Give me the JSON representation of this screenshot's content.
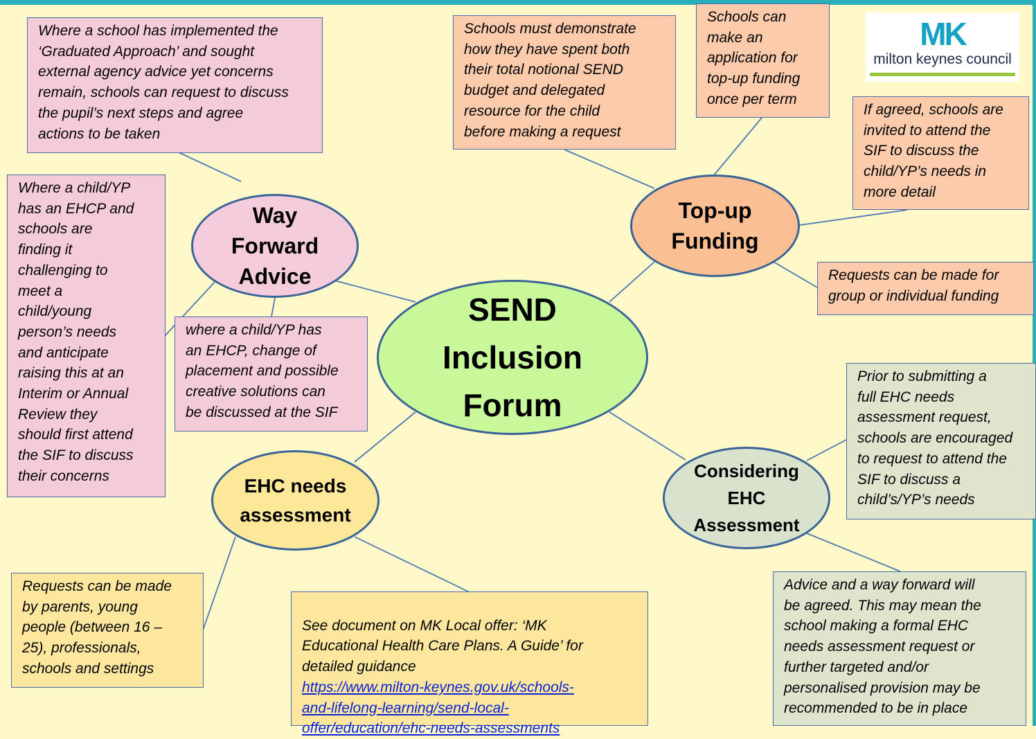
{
  "colors": {
    "background": "#fff9c9",
    "accent_bar": "#2ab0ba",
    "box_border": "#4a6aa8",
    "node_border": "#3a6498",
    "link": "#0b22d6"
  },
  "logo": {
    "mark": "MK",
    "name": "milton keynes council"
  },
  "nodes": {
    "center": "SEND\nInclusion\nForum",
    "way_forward": "Way\nForward\nAdvice",
    "top_up": "Top-up\nFunding",
    "ehc_needs": "EHC needs\nassessment",
    "considering": "Considering\nEHC\nAssessment"
  },
  "boxes": {
    "graduated": "Where a school has implemented the\n‘Graduated Approach’  and sought\nexternal agency advice yet concerns\nremain, schools can request to discuss\nthe pupil’s next steps and agree\nactions to be taken",
    "ehcp_review": "Where a child/YP\nhas an EHCP and\nschools are\nfinding it\nchallenging to\nmeet a\nchild/young\nperson’s needs\nand anticipate\nraising this at an\nInterim or Annual\nReview they\nshould first attend\nthe SIF to discuss\ntheir concerns",
    "placement": "where a child/YP has\nan EHCP, change of\nplacement and possible\ncreative solutions can\nbe discussed at the SIF",
    "demonstrate": "Schools must demonstrate\nhow they have spent both\ntheir total notional SEND\nbudget and delegated\nresource for the child\nbefore making a request",
    "apply": "Schools can\nmake an\napplication for\ntop-up funding\nonce per term",
    "agreed": "If agreed, schools are\ninvited to attend the\nSIF to discuss the\nchild/YP’s needs in\nmore detail",
    "requests_group": "Requests can be made for\ngroup or individual funding",
    "prior": "Prior to submitting a\nfull EHC needs\nassessment request,\nschools are encouraged\nto request to attend the\nSIF to discuss a\nchild’s/YP’s needs",
    "requests_parents": "Requests can be made\nby parents, young\npeople (between 16 –\n25), professionals,\nschools and settings",
    "see_document": "See document on MK Local offer: ‘MK\nEducational Health Care Plans. A Guide’ for\ndetailed guidance",
    "see_document_link": "https://www.milton-keynes.gov.uk/schools-\nand-lifelong-learning/send-local-\noffer/education/ehc-needs-assessments",
    "advice": "Advice and a way forward will\nbe agreed. This may mean the\nschool making a formal EHC\nneeds assessment request or\nfurther targeted and/or\npersonalised provision may be\nrecommended to be in place"
  }
}
